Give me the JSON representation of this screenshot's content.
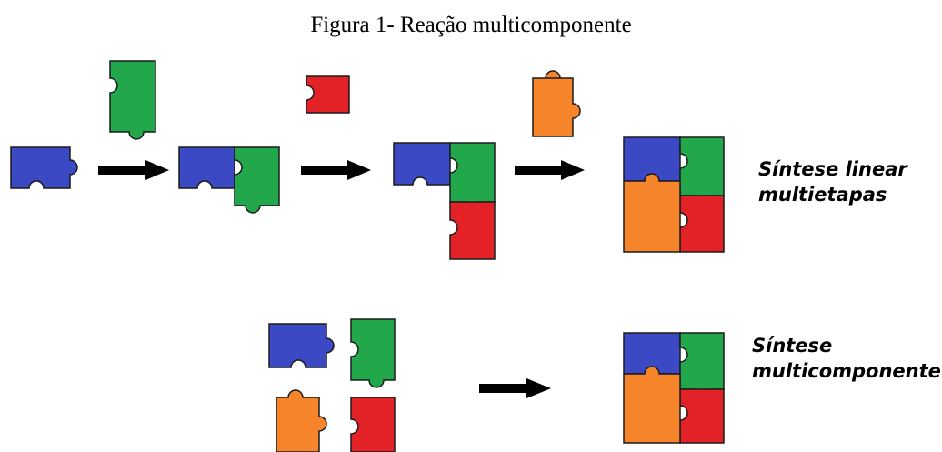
{
  "title": "Figura 1- Reação multicomponente",
  "labels": {
    "linear_line1": "Síntese linear",
    "linear_line2": "multietapas",
    "multi_line1": "Síntese",
    "multi_line2": "multicomponente"
  },
  "colors": {
    "blue": "#3b49c5",
    "green": "#22a84a",
    "red": "#e32228",
    "orange": "#f5842a",
    "outline": "#1a1a1a",
    "arrow": "#000000"
  }
}
